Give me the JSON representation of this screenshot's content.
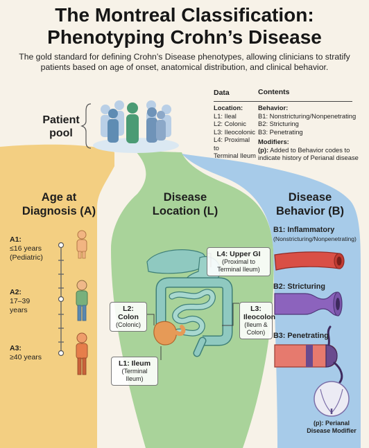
{
  "title_line1": "The Montreal Classification:",
  "title_line2": "Phenotyping Crohn’s Disease",
  "subtitle": "The gold standard for defining Crohn’s Disease phenotypes, allowing clinicians to stratify patients based on age of onset, anatomical distribution, and clinical behavior.",
  "patient_pool": {
    "line1": "Patient",
    "line2": "pool"
  },
  "legend": {
    "col1_header": "Data",
    "col2_header": "Contents",
    "location_title": "Location:",
    "location_items": [
      "L1: Ileal",
      "L2: Colonic",
      "L3: Ileocolonic",
      "L4: Proximal to",
      "Terminal Ileum"
    ],
    "behavior_title": "Behavior:",
    "behavior_items": [
      "B1: Nonstricturing/Nonpenetrating",
      "B2: Stricturing",
      "B3: Penetrating"
    ],
    "modifiers_title": "Modifiers:",
    "modifier_code": "(p):",
    "modifier_line1": " Added to Behavior codes to",
    "modifier_line2": "indicate history of Perianal disease"
  },
  "age": {
    "title_line1": "Age at",
    "title_line2": "Diagnosis (A)",
    "a1": {
      "code": "A1:",
      "line1": "≤16 years",
      "line2": "(Pediatric)"
    },
    "a2": {
      "code": "A2:",
      "line1": "17–39",
      "line2": "years"
    },
    "a3": {
      "code": "A3:",
      "line1": "≥40 years"
    }
  },
  "location": {
    "title_line1": "Disease",
    "title_line2": "Location (L)",
    "l4": {
      "title": "L4: Upper GI",
      "line1": "(Proximal to",
      "line2": "Terminal Ileum)"
    },
    "l2": {
      "title": "L2: Colon",
      "line1": "(Colonic)"
    },
    "l3": {
      "title": "L3: Ileocolon",
      "line1": "(Ileum &",
      "line2": "Colon)"
    },
    "l1": {
      "title": "L1: Ileum",
      "line1": "(Terminal Ileum)"
    }
  },
  "behavior": {
    "title_line1": "Disease",
    "title_line2": "Behavior (B)",
    "b1": {
      "title": "B1: Inflammatory",
      "sub": "(Nonstricturing/Nonpenetrating)"
    },
    "b2": {
      "title": "B2: Stricturing"
    },
    "b3": {
      "title": "B3: Penetrating"
    },
    "perianal_line1": "(p): Perianal",
    "perianal_line2": "Disease Modifier"
  },
  "colors": {
    "age_band": "#f3cf82",
    "location_band": "#a9d39a",
    "behavior_band": "#a7cbe9",
    "intestine": "#8fc9c0",
    "inflamed": "#e69a57",
    "b1_tube": "#d94f46",
    "b2_tube": "#8c63bd",
    "b3_tube": "#e67a6e"
  }
}
